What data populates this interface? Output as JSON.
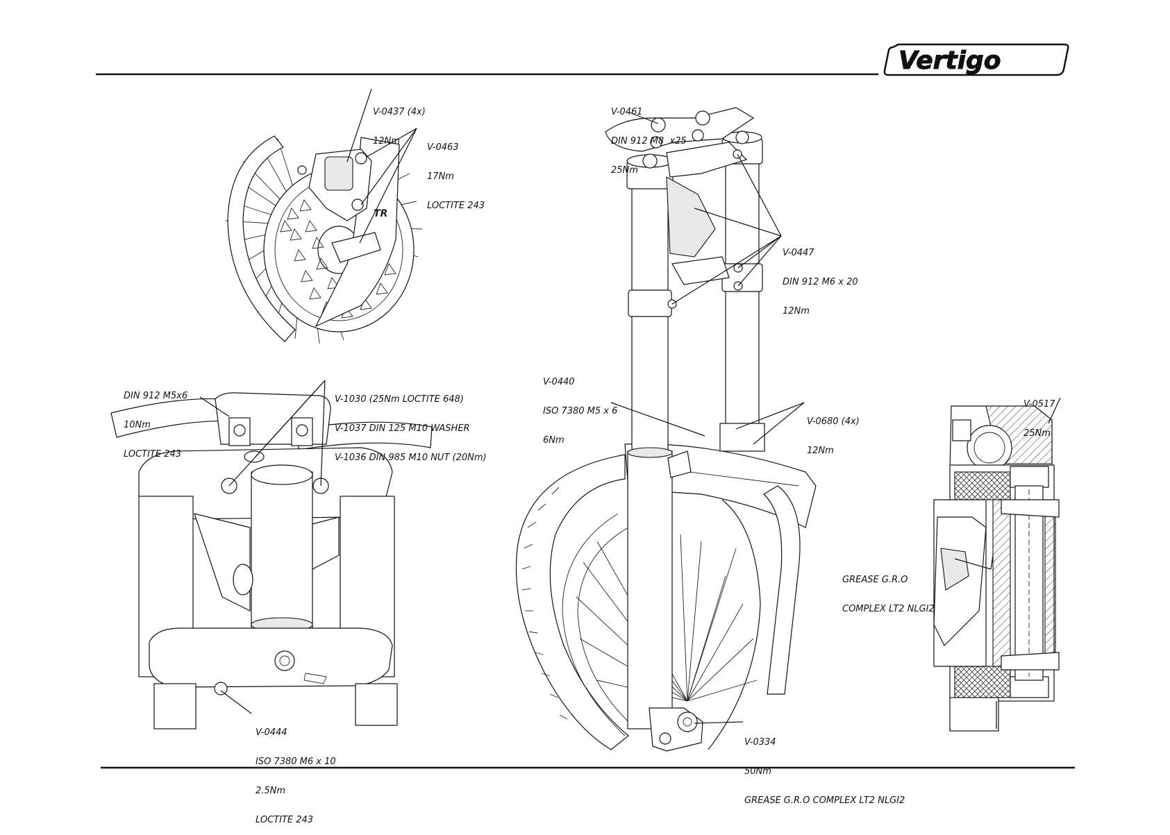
{
  "brand": {
    "logo_text": "Vertigo"
  },
  "callouts": {
    "v0437": [
      "V-0437 (4x)",
      "12Nm"
    ],
    "v0463": [
      "V-0463",
      "17Nm",
      "LOCTITE 243"
    ],
    "v0461": [
      "V-0461",
      "DIN 912 M8  x25",
      "25Nm"
    ],
    "v0447": [
      "V-0447",
      "DIN 912 M6 x 20",
      "12Nm"
    ],
    "din912m5": [
      "DIN 912 M5x6",
      "10Nm",
      "LOCTITE 243"
    ],
    "v1030": [
      "V-1030 (25Nm LOCTITE 648)",
      "V-1037 DIN 125 M10 WASHER",
      "V-1036 DIN 985 M10 NUT (20Nm)"
    ],
    "v0440": [
      "V-0440",
      "ISO 7380 M5 x 6",
      "6Nm"
    ],
    "v0680": [
      "V-0680 (4x)",
      "12Nm"
    ],
    "v0517": [
      "V-0517",
      "25Nm"
    ],
    "grease": [
      "GREASE G.R.O",
      "COMPLEX LT2 NLGI2"
    ],
    "v0444": [
      "V-0444",
      "ISO 7380 M6 x 10",
      "2.5Nm",
      "LOCTITE 243"
    ],
    "v0334": [
      "V-0334",
      "50Nm",
      "GREASE G.R.O COMPLEX LT2 NLGI2"
    ]
  }
}
